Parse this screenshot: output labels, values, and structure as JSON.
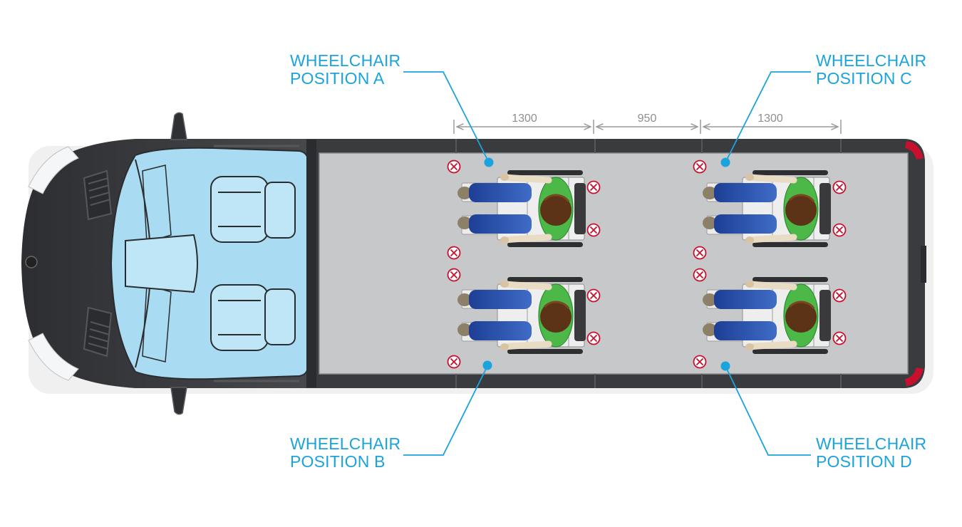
{
  "callouts": [
    {
      "line1": "WHEELCHAIR",
      "line2": "POSITION A"
    },
    {
      "line1": "WHEELCHAIR",
      "line2": "POSITION B"
    },
    {
      "line1": "WHEELCHAIR",
      "line2": "POSITION C"
    },
    {
      "line1": "WHEELCHAIR",
      "line2": "POSITION D"
    }
  ],
  "dimensions": [
    {
      "value": "1300"
    },
    {
      "value": "950"
    },
    {
      "value": "1300"
    }
  ],
  "colors": {
    "accent": "#1aa3dc",
    "van_body": "#3a3b3e",
    "floor": "#c7c8ca",
    "glass": "#a9dcf3",
    "anchor": "#c8102e",
    "passenger_shirt": "#4bb848",
    "passenger_trousers": "#2a4fa8",
    "tail_light": "#c8102e"
  },
  "icons": {
    "anchor_point": "circled-x-icon",
    "callout_dot": "blue-dot-icon"
  }
}
